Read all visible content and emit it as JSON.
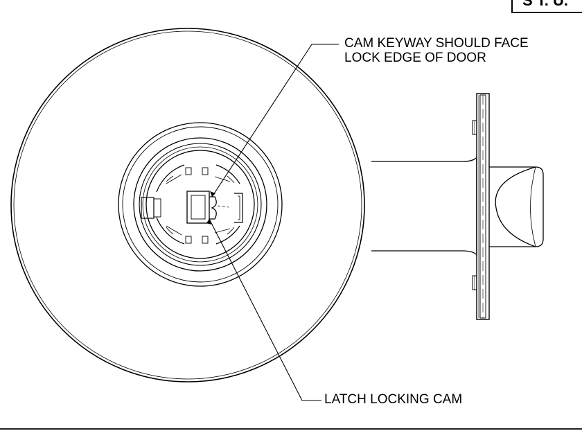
{
  "callouts": {
    "keyway": {
      "line1": "CAM KEYWAY SHOULD FACE",
      "line2": "LOCK EDGE OF DOOR"
    },
    "cam": {
      "line1": "LATCH LOCKING CAM"
    }
  },
  "corner_box": {
    "text": "S T. U."
  },
  "colors": {
    "stroke": "#000000",
    "background": "#ffffff"
  }
}
